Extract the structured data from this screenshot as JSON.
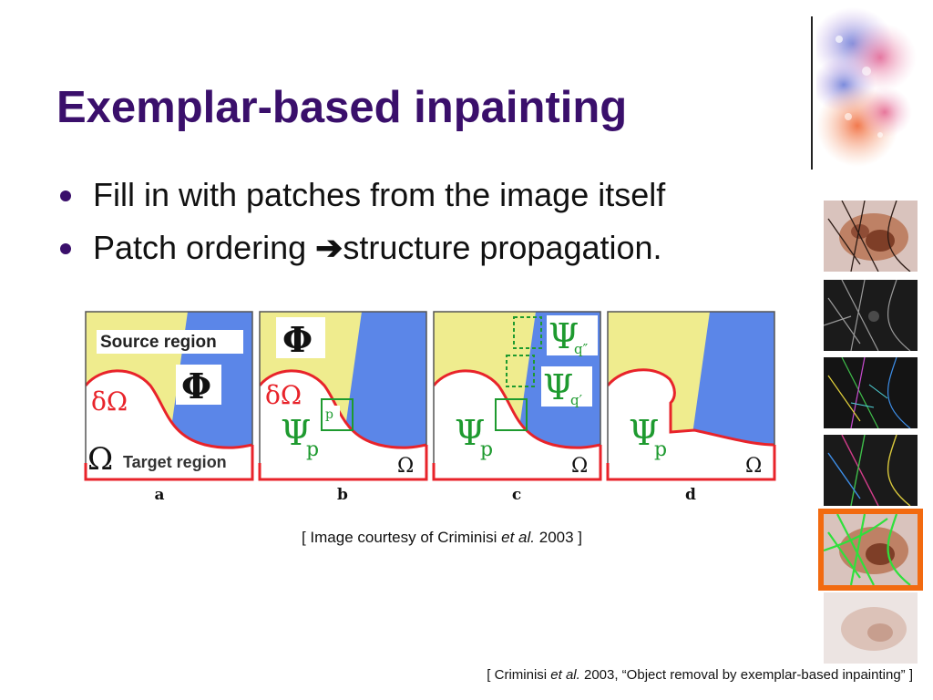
{
  "slide": {
    "title": "Exemplar-based inpainting",
    "bullets": [
      {
        "text_before": "Fill in with patches from the image itself",
        "arrow": "",
        "text_after": ""
      },
      {
        "text_before": "Patch ordering ",
        "arrow": "➔",
        "text_after": "structure propagation."
      }
    ],
    "caption": {
      "before": "[ Image courtesy of Criminisi ",
      "italic": "et al.",
      "after": " 2003 ]"
    },
    "reference": {
      "before": "[ Criminisi ",
      "italic": "et al.",
      "after": " 2003, “Object removal by exemplar-based inpainting” ]"
    }
  },
  "figure": {
    "panels": [
      {
        "letter": "a",
        "source_label": "Source region",
        "phi": "Φ",
        "boundary": "δΩ",
        "omega": "Ω",
        "target_label": "Target region"
      },
      {
        "letter": "b",
        "phi": "Φ",
        "boundary": "δΩ",
        "psi": "Ψ",
        "psi_sub": "p",
        "patch_label": "p",
        "omega": "Ω"
      },
      {
        "letter": "c",
        "psi": "Ψ",
        "psi_sub": "p",
        "psi_q2": "Ψ",
        "psi_q2_sub": "q″",
        "psi_q1": "Ψ",
        "psi_q1_sub": "q′",
        "omega": "Ω"
      },
      {
        "letter": "d",
        "psi": "Ψ",
        "psi_sub": "p",
        "omega": "Ω"
      }
    ],
    "colors": {
      "source_yellow": "#efec8e",
      "blue": "#5b86e8",
      "red": "#e8232a",
      "green": "#1e9a2f"
    }
  },
  "sidebar": {
    "thumbnails": [
      {
        "name": "dermoscopy-hair-original"
      },
      {
        "name": "hair-mask-gray"
      },
      {
        "name": "hair-detection-colored"
      },
      {
        "name": "hair-lines-colored"
      },
      {
        "name": "hair-overlay-green",
        "selected": true
      },
      {
        "name": "hair-removed-result"
      }
    ],
    "accent": "#f26a10"
  }
}
